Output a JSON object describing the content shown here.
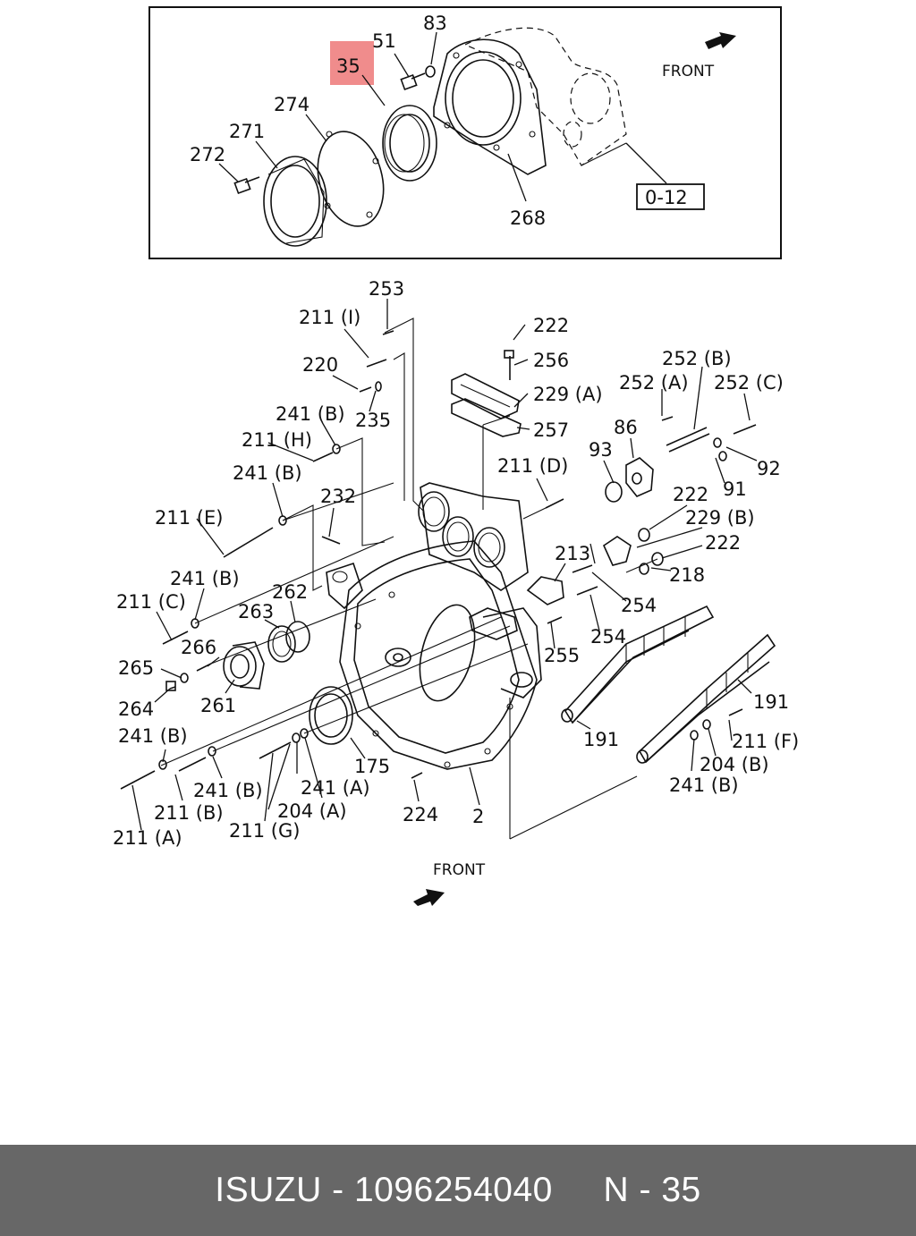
{
  "diagram": {
    "highlight_color": "#f08c8c",
    "inset": {
      "highlighted_part": "35",
      "labels": [
        "83",
        "51",
        "274",
        "271",
        "272",
        "268"
      ],
      "front_label": "FRONT",
      "ref_box": "0-12"
    },
    "main": {
      "front_label": "FRONT",
      "labels": [
        "253",
        "211 (I)",
        "220",
        "235",
        "241 (B)",
        "211 (H)",
        "241 (B)",
        "232",
        "211 (E)",
        "222",
        "256",
        "229 (A)",
        "257",
        "211 (D)",
        "252 (B)",
        "252 (A)",
        "252 (C)",
        "86",
        "93",
        "92",
        "91",
        "222",
        "229 (B)",
        "222",
        "218",
        "213",
        "254",
        "254",
        "255",
        "241 (B)",
        "211 (C)",
        "263",
        "262",
        "266",
        "265",
        "264",
        "261",
        "191",
        "191",
        "241 (B)",
        "211 (F)",
        "204 (B)",
        "241 (B)",
        "175",
        "241 (B)",
        "211 (B)",
        "241 (A)",
        "204 (A)",
        "211 (A)",
        "211 (G)",
        "224",
        "2"
      ]
    }
  },
  "footer": {
    "brand": "ISUZU",
    "part_number": "1096254040",
    "ref": "N - 35"
  }
}
